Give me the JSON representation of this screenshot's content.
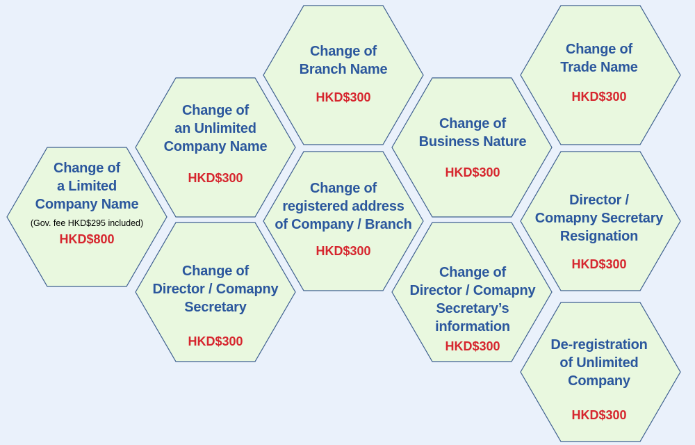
{
  "colors": {
    "background": "#eaf1fb",
    "hex_fill": "#e9f8df",
    "hex_border": "#3d5f8f",
    "title": "#2b579d",
    "price": "#d6262e"
  },
  "services": [
    {
      "id": "limited-company-name",
      "title": "Change of\na Limited\nCompany Name",
      "note": "(Gov. fee HKD$295 included)",
      "price": "HKD$800"
    },
    {
      "id": "unlimited-company-name",
      "title": "Change of\nan Unlimited\nCompany Name",
      "price": "HKD$300"
    },
    {
      "id": "director-secretary",
      "title": "Change of\nDirector / Comapny\nSecretary",
      "price": "HKD$300"
    },
    {
      "id": "branch-name",
      "title": "Change of\nBranch Name",
      "price": "HKD$300"
    },
    {
      "id": "registered-address",
      "title": "Change of\nregistered address\nof Company / Branch",
      "price": "HKD$300"
    },
    {
      "id": "business-nature",
      "title": "Change of\nBusiness Nature",
      "price": "HKD$300"
    },
    {
      "id": "director-secretary-info",
      "title": "Change of\nDirector / Comapny\nSecretary’s\ninformation",
      "price": "HKD$300"
    },
    {
      "id": "trade-name",
      "title": "Change of\nTrade Name",
      "price": "HKD$300"
    },
    {
      "id": "director-secretary-resignation",
      "title": "Director /\nComapny Secretary\nResignation",
      "price": "HKD$300"
    },
    {
      "id": "deregistration-unlimited",
      "title": "De-registration\nof Unlimited\nCompany",
      "price": "HKD$300"
    }
  ]
}
